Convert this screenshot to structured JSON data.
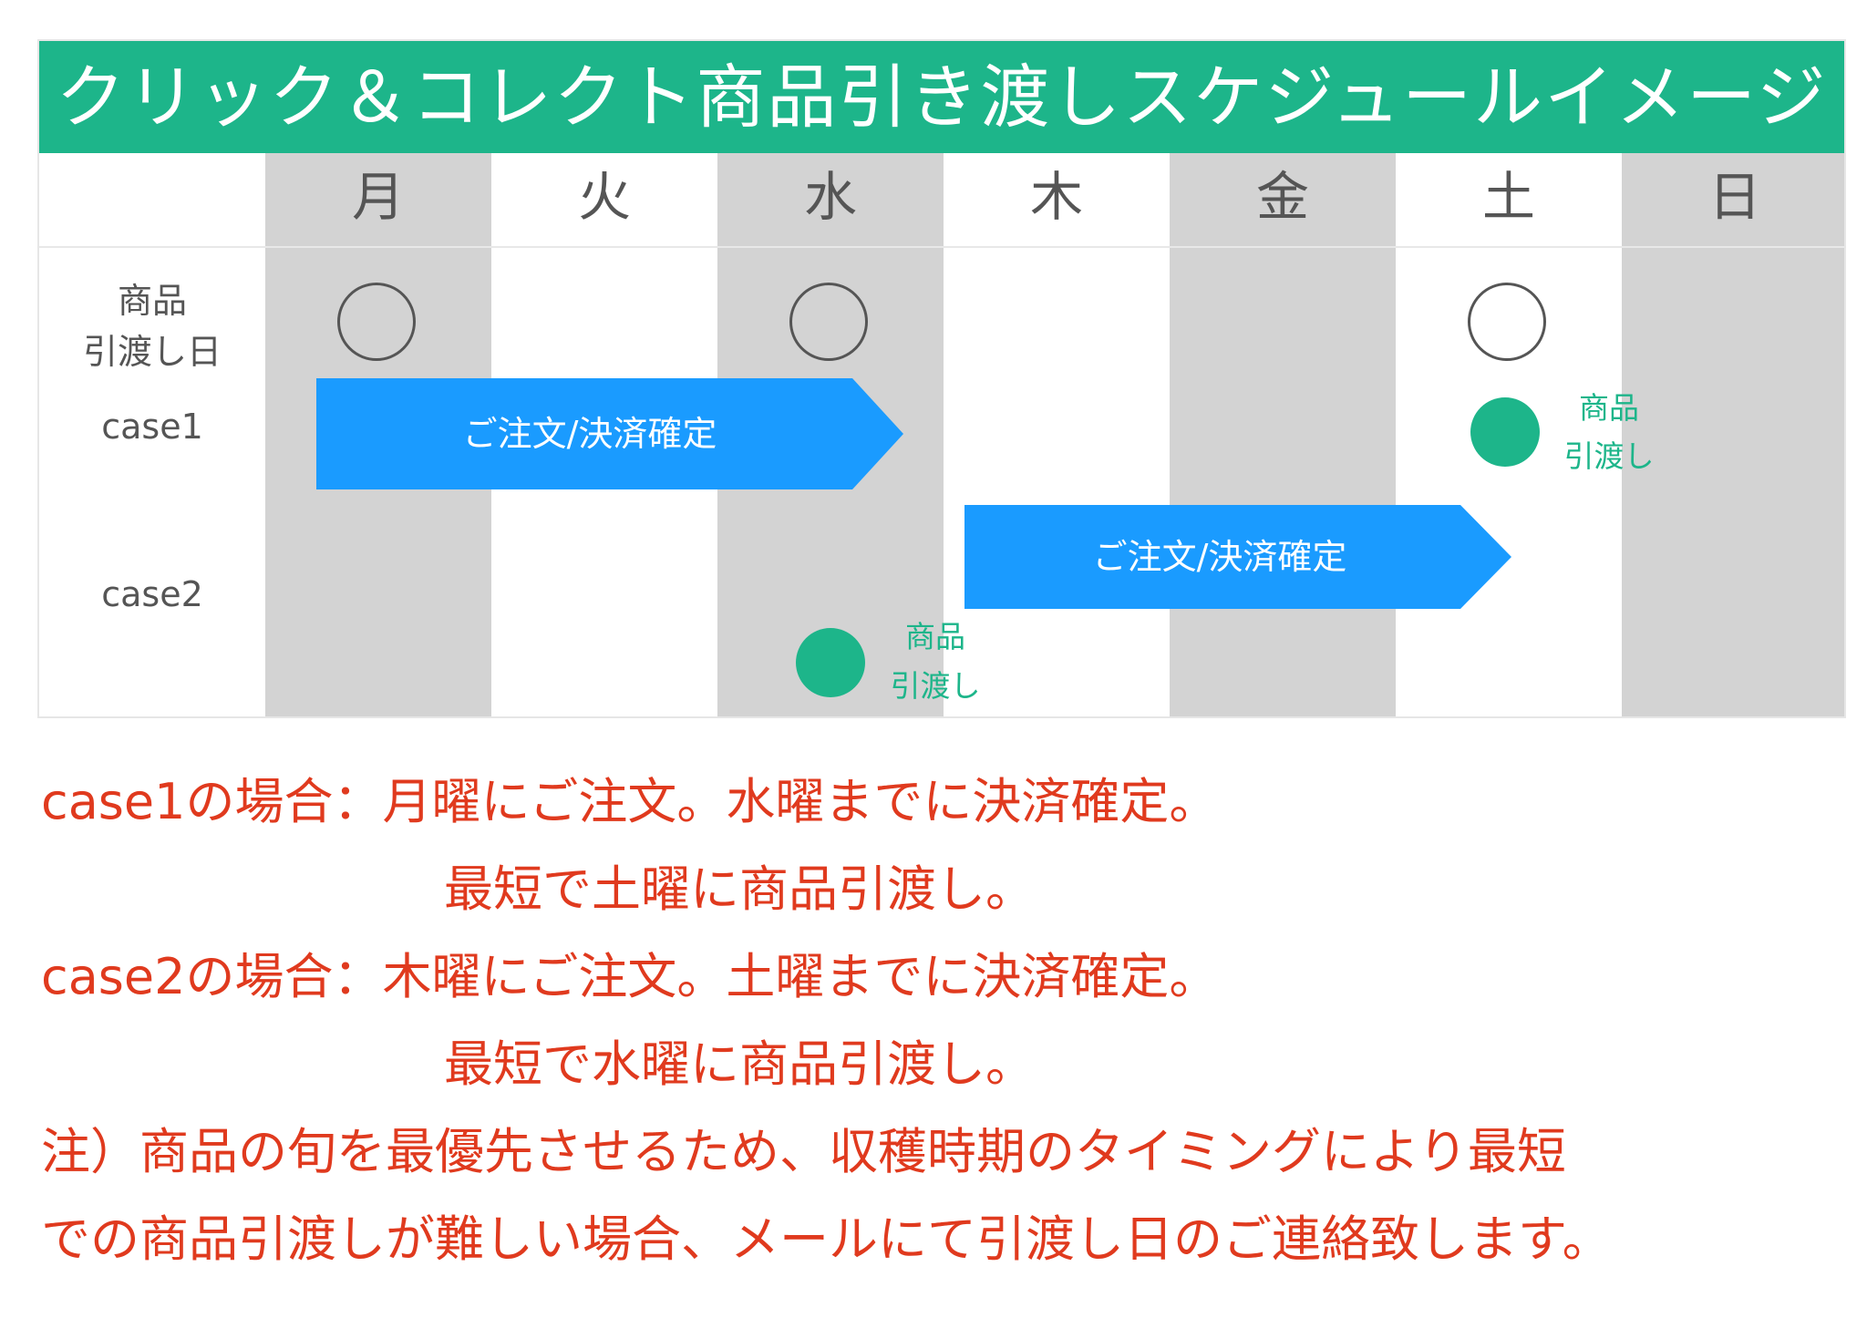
{
  "title": "クリック＆コレクト商品引き渡しスケジュールイメージ",
  "days": [
    "月",
    "火",
    "水",
    "木",
    "金",
    "土",
    "日"
  ],
  "row_labels": {
    "pickup_line1": "商品",
    "pickup_line2": "引渡し日",
    "case1": "case1",
    "case2": "case2"
  },
  "pickup_days": [
    "月",
    "水",
    "土"
  ],
  "case1": {
    "arrow_label": "ご注文/決済確定",
    "arrow_from": "月",
    "arrow_to": "水",
    "delivery_day": "土",
    "delivery_label_line1": "商品",
    "delivery_label_line2": "引渡し"
  },
  "case2": {
    "arrow_label": "ご注文/決済確定",
    "arrow_from": "木",
    "arrow_to": "土",
    "delivery_day": "水",
    "delivery_label_line1": "商品",
    "delivery_label_line2": "引渡し"
  },
  "colors": {
    "title_bg": "#1db58a",
    "arrow": "#1a9bff",
    "dot": "#1db58a",
    "column_grey": "#d3d3d3",
    "note_text": "#e03a1e"
  },
  "notes": {
    "case1_line1": "case1の場合：月曜にご注文。水曜までに決済確定。",
    "case1_line2": "最短で土曜に商品引渡し。",
    "case2_line1": "case2の場合：木曜にご注文。土曜までに決済確定。",
    "case2_line2": "最短で水曜に商品引渡し。",
    "footnote_line1": "注）商品の旬を最優先させるため、収穫時期のタイミングにより最短",
    "footnote_line2": "での商品引渡しが難しい場合、メールにて引渡し日のご連絡致します。"
  }
}
